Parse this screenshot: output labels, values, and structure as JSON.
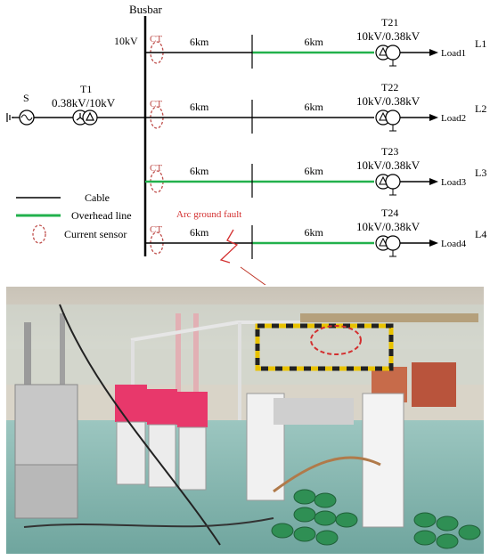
{
  "diagram": {
    "busbar_label": "Busbar",
    "bus_voltage": "10kV",
    "source_label": "S",
    "source_transformer": {
      "name": "T1",
      "ratio": "0.38kV/10kV"
    },
    "ct_label": "CT",
    "feeders": [
      {
        "line": "L1",
        "transformer": "T21",
        "ratio": "10kV/0.38kV",
        "load": "Load1",
        "sections": [
          {
            "length": "6km",
            "type": "cable"
          },
          {
            "length": "6km",
            "type": "overhead"
          }
        ]
      },
      {
        "line": "L2",
        "transformer": "T22",
        "ratio": "10kV/0.38kV",
        "load": "Load2",
        "sections": [
          {
            "length": "6km",
            "type": "cable"
          },
          {
            "length": "6km",
            "type": "cable"
          }
        ]
      },
      {
        "line": "L3",
        "transformer": "T23",
        "ratio": "10kV/0.38kV",
        "load": "Load3",
        "sections": [
          {
            "length": "6km",
            "type": "overhead"
          },
          {
            "length": "6km",
            "type": "overhead"
          }
        ]
      },
      {
        "line": "L4",
        "transformer": "T24",
        "ratio": "10kV/0.38kV",
        "load": "Load4",
        "sections": [
          {
            "length": "6km",
            "type": "cable"
          },
          {
            "length": "6km",
            "type": "overhead"
          }
        ]
      }
    ],
    "fault_label": "Arc ground fault",
    "legend": {
      "cable": "Cable",
      "overhead": "Overhead line",
      "sensor": "Current sensor"
    },
    "colors": {
      "cable": "#000000",
      "overhead": "#22b14c",
      "ct": "#c0504d",
      "fault": "#d32f2f"
    }
  }
}
